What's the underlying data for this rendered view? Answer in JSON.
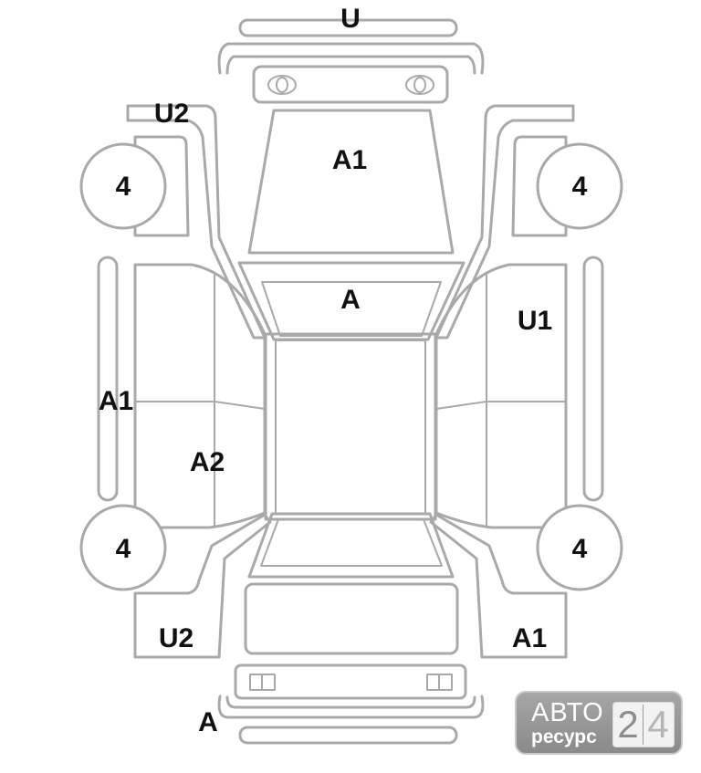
{
  "labels": {
    "front_bumper": "U",
    "hood": "A1",
    "windshield": "A",
    "front_left_fender": "U2",
    "front_right_fender": "",
    "right_front_door": "U1",
    "left_front_door": "A1",
    "left_rear_door": "A2",
    "rear_left_quarter": "U2",
    "rear_right_quarter": "A1",
    "rear_bumper": "A"
  },
  "wheels": {
    "front_left": "4",
    "front_right": "4",
    "rear_left": "4",
    "rear_right": "4"
  },
  "logo": {
    "line1": "АВТО",
    "line2": "ресурс",
    "digit1": "2",
    "digit2": "4"
  },
  "colors": {
    "outline": "#a9a9a9",
    "label": "#111111",
    "logo_bg": "#9a9a9a"
  }
}
